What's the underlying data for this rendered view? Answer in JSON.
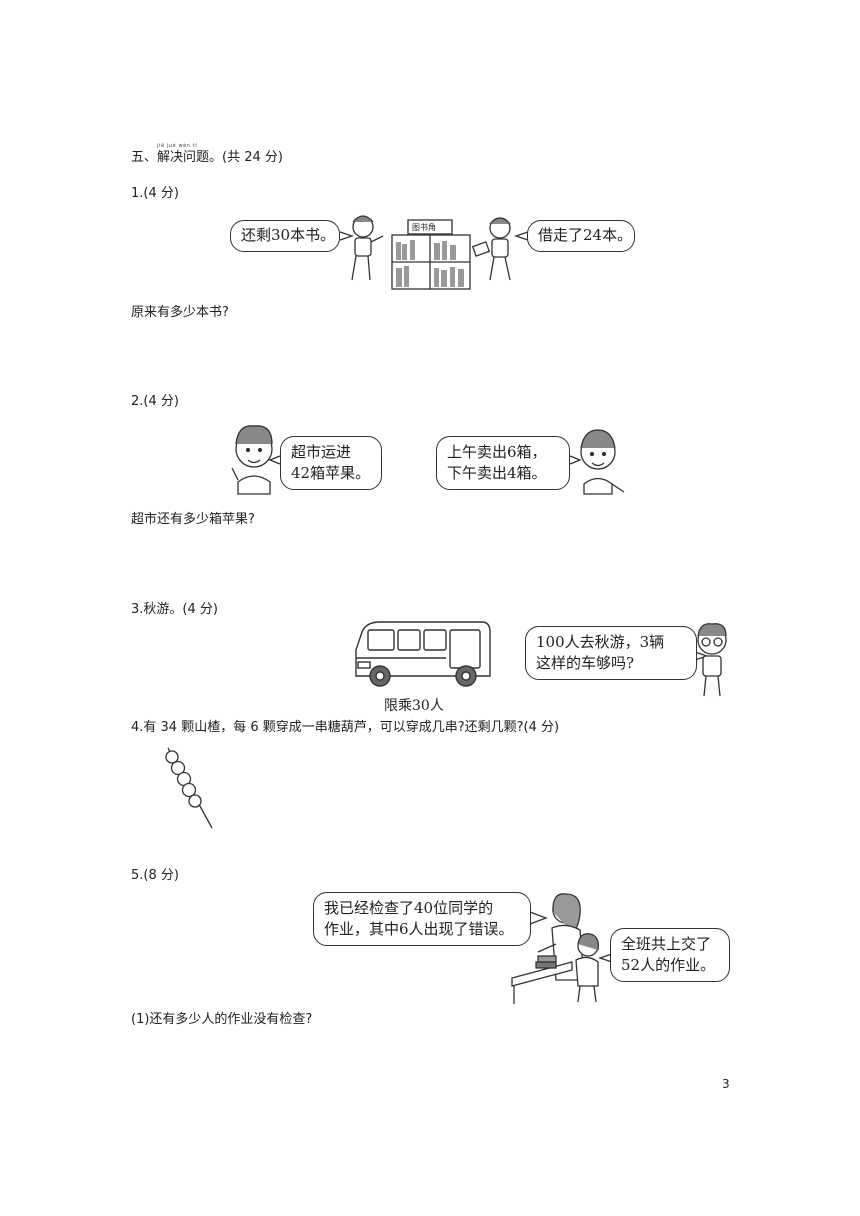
{
  "section": {
    "title": "五、解决问题。(共 24 分)",
    "pinyin": "jiě jué wèn tí"
  },
  "q1": {
    "label": "1.(4 分)",
    "bubble_left": "还剩30本书。",
    "shelf_sign": "图书角",
    "bubble_right": "借走了24本。",
    "question": "原来有多少本书?"
  },
  "q2": {
    "label": "2.(4 分)",
    "bubble_left": [
      "超市运进",
      "42箱苹果。"
    ],
    "bubble_right": [
      "上午卖出6箱，",
      "下午卖出4箱。"
    ],
    "question": "超市还有多少箱苹果?"
  },
  "q3": {
    "label": "3.秋游。(4 分)",
    "bus_caption": "限乘30人",
    "bubble": [
      "100人去秋游，3辆",
      "这样的车够吗?"
    ]
  },
  "q4": {
    "label": "4.有 34 颗山楂，每 6 颗穿成一串糖葫芦，可以穿成几串?还剩几颗?(4 分)"
  },
  "q5": {
    "label": "5.(8 分)",
    "bubble_teacher": [
      "我已经检查了40位同学的",
      "作业，其中6人出现了错误。"
    ],
    "bubble_girl": [
      "全班共上交了",
      "52人的作业。"
    ],
    "sub1": "(1)还有多少人的作业没有检查?"
  },
  "page_number": "3"
}
